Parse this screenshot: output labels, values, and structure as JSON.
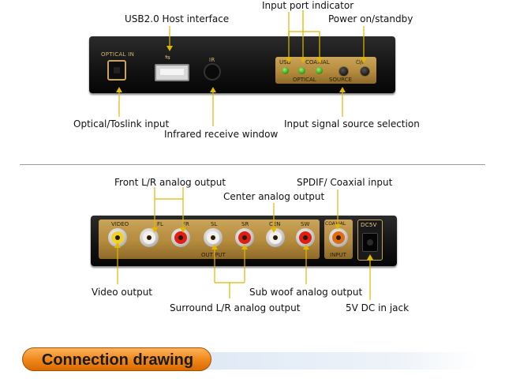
{
  "top_device": {
    "optical_in_label": "OPTICAL IN",
    "ir_label": "IR",
    "usb_label": "USB",
    "coaxial_label": "COAXIAL",
    "power_label": "⏻/I",
    "optical_label": "OPTICAL",
    "source_label": "SOURCE"
  },
  "bottom_device": {
    "video_label": "VIDEO",
    "fl_label": "FL",
    "fr_label": "FR",
    "sl_label": "SL",
    "sr_label": "SR",
    "cen_label": "CEN",
    "sw_label": "SW",
    "output_label": "OUT PUT",
    "coaxial_label": "COAXIAL",
    "input_label": "INPUT",
    "dc_label": "DC5V"
  },
  "callouts": {
    "usb_host": "USB2.0 Host interface",
    "input_port_indicator": "Input port indicator",
    "power_standby": "Power on/standby",
    "optical_toslink": "Optical/Toslink input",
    "infrared": "Infrared receive window",
    "input_source_selection": "Input signal source selection",
    "front_lr": "Front L/R analog output",
    "center": "Center analog output",
    "spdif_coaxial": "SPDIF/ Coaxial input",
    "video_output": "Video output",
    "sub_woof": "Sub woof analog output",
    "surround_lr": "Surround L/R analog output",
    "dc_in": "5V DC in jack"
  },
  "banner": {
    "title": "Connection drawing"
  },
  "colors": {
    "callout_line": "#e0b800",
    "callout_dot": "#e0b800",
    "gold": "#c9a45a",
    "banner_orange": "#f08a1e"
  }
}
